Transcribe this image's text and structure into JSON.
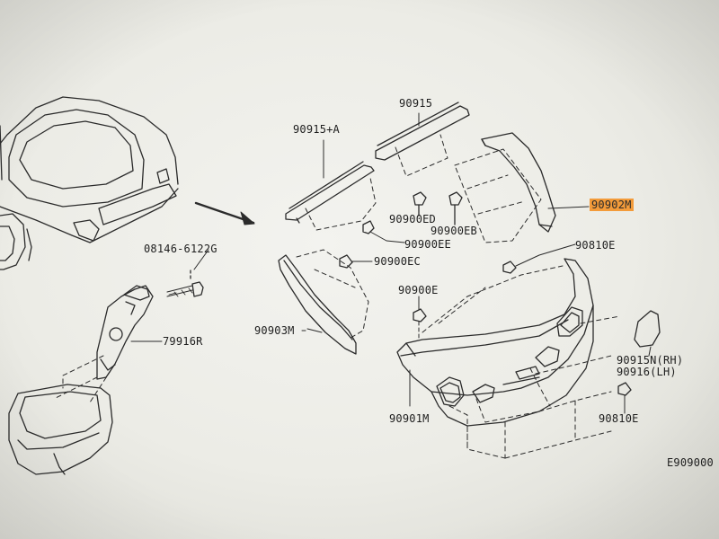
{
  "labels": {
    "p_90915": "90915",
    "p_90915a": "90915+A",
    "p_90902m": "90902M",
    "p_90900ed": "90900ED",
    "p_90900eb": "90900EB",
    "p_90900ee": "90900EE",
    "p_08146": "08146-6122G",
    "p_90810e_top": "90810E",
    "p_90900ec": "90900EC",
    "p_90900e": "90900E",
    "p_79916r": "79916R",
    "p_90903m": "90903M",
    "p_90915n_rh": "90915N(RH)",
    "p_90916_lh": "90916(LH)",
    "p_90901m": "90901M",
    "p_90810e_bottom": "90810E",
    "diagram_code": "E909000"
  },
  "colors": {
    "line": "#2b2b2b",
    "paper": "#eeeee8",
    "highlight": "#f39b3a"
  },
  "icons": {
    "pointer": "arrow-right-icon"
  }
}
